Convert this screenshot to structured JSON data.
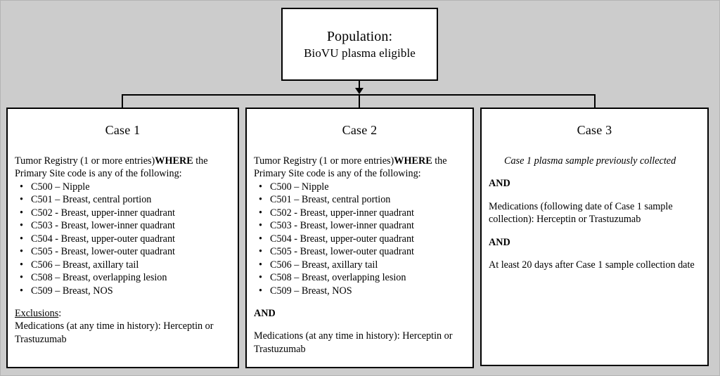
{
  "figure": {
    "background_color": "#cccccc",
    "box_border_color": "#000000",
    "box_fill_color": "#ffffff"
  },
  "population": {
    "line1": "Population:",
    "line2": "BioVU plasma eligible"
  },
  "cases": [
    {
      "title": "Case 1",
      "intro_prefix": "Tumor Registry (1 or more entries)",
      "intro_bold": "WHERE",
      "intro_suffix": " the Primary Site code is any of the following:",
      "codes": [
        "C500 – Nipple",
        "C501 – Breast, central portion",
        "C502 - Breast, upper-inner quadrant",
        "C503 - Breast, lower-inner quadrant",
        "C504 - Breast, upper-outer quadrant",
        "C505 - Breast, lower-outer quadrant",
        "C506 – Breast, axillary tail",
        "C508 – Breast, overlapping lesion",
        "C509 – Breast, NOS"
      ],
      "exclusions_label": "Exclusions",
      "exclusions_colon": ":",
      "exclusions_text": "Medications (at any time in history): Herceptin or Trastuzumab"
    },
    {
      "title": "Case 2",
      "intro_prefix": "Tumor Registry (1 or more entries)",
      "intro_bold": "WHERE",
      "intro_suffix": " the Primary Site code is any of the following:",
      "codes": [
        "C500 – Nipple",
        "C501 – Breast, central portion",
        "C502 - Breast, upper-inner quadrant",
        "C503 - Breast, lower-inner quadrant",
        "C504 - Breast, upper-outer quadrant",
        "C505 - Breast, lower-outer quadrant",
        "C506 – Breast, axillary tail",
        "C508 – Breast, overlapping lesion",
        "C509 – Breast, NOS"
      ],
      "and_label": "AND",
      "medications_text": "Medications (at any time in history): Herceptin or Trastuzumab"
    },
    {
      "title": "Case 3",
      "premise": "Case 1 plasma sample previously collected",
      "and_label_1": "AND",
      "medications_text": "Medications (following date of Case 1 sample collection): Herceptin or Trastuzumab",
      "and_label_2": "AND",
      "timing_text": "At least 20 days after Case 1 sample collection date"
    }
  ]
}
